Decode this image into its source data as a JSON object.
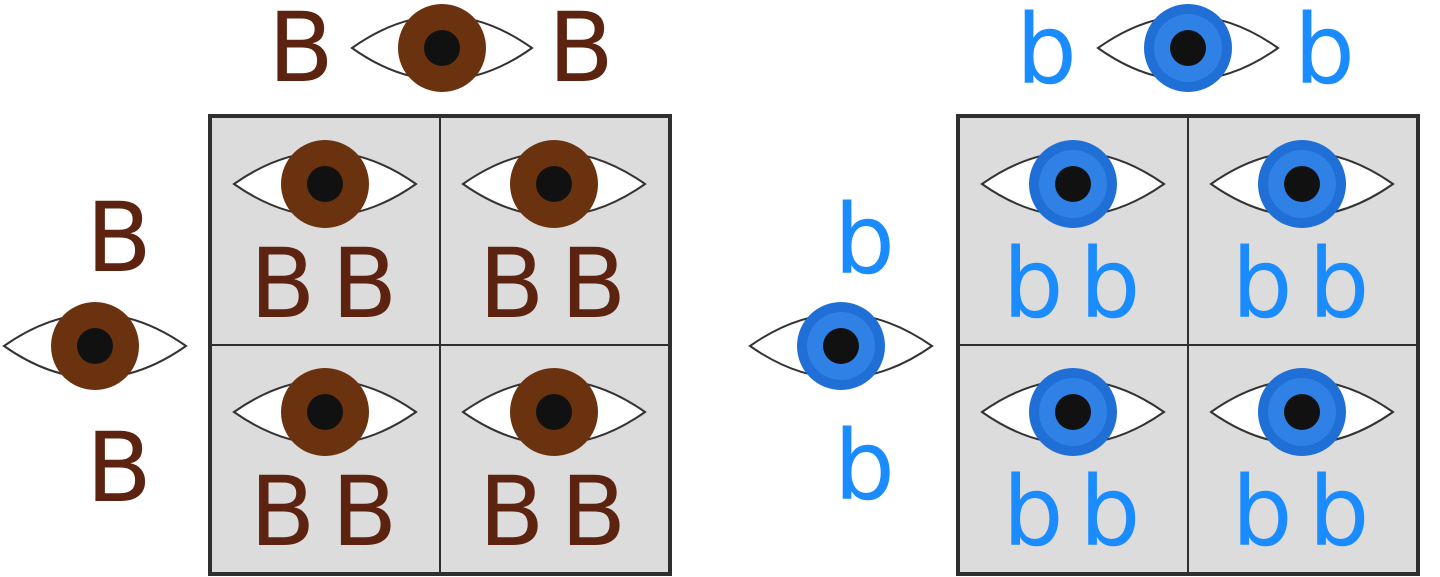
{
  "colors": {
    "brown_text": "#5c2410",
    "blue_text": "#1a8cff",
    "brown_iris": "#6b3210",
    "blue_iris": "#1f6fd6",
    "cell_bg": "#dcdcdc",
    "border": "#2f2f2f"
  },
  "squares": [
    {
      "id": "brown",
      "top_parent": {
        "allele_1": "B",
        "allele_2": "B",
        "eye": "brown-eye-icon"
      },
      "side_parent": {
        "allele_1": "B",
        "allele_2": "B",
        "eye": "brown-eye-icon"
      },
      "cells": [
        {
          "a1": "B",
          "a2": "B"
        },
        {
          "a1": "B",
          "a2": "B"
        },
        {
          "a1": "B",
          "a2": "B"
        },
        {
          "a1": "B",
          "a2": "B"
        }
      ]
    },
    {
      "id": "blue",
      "top_parent": {
        "allele_1": "b",
        "allele_2": "b",
        "eye": "blue-eye-icon"
      },
      "side_parent": {
        "allele_1": "b",
        "allele_2": "b",
        "eye": "blue-eye-icon"
      },
      "cells": [
        {
          "a1": "b",
          "a2": "b"
        },
        {
          "a1": "b",
          "a2": "b"
        },
        {
          "a1": "b",
          "a2": "b"
        },
        {
          "a1": "b",
          "a2": "b"
        }
      ]
    }
  ]
}
